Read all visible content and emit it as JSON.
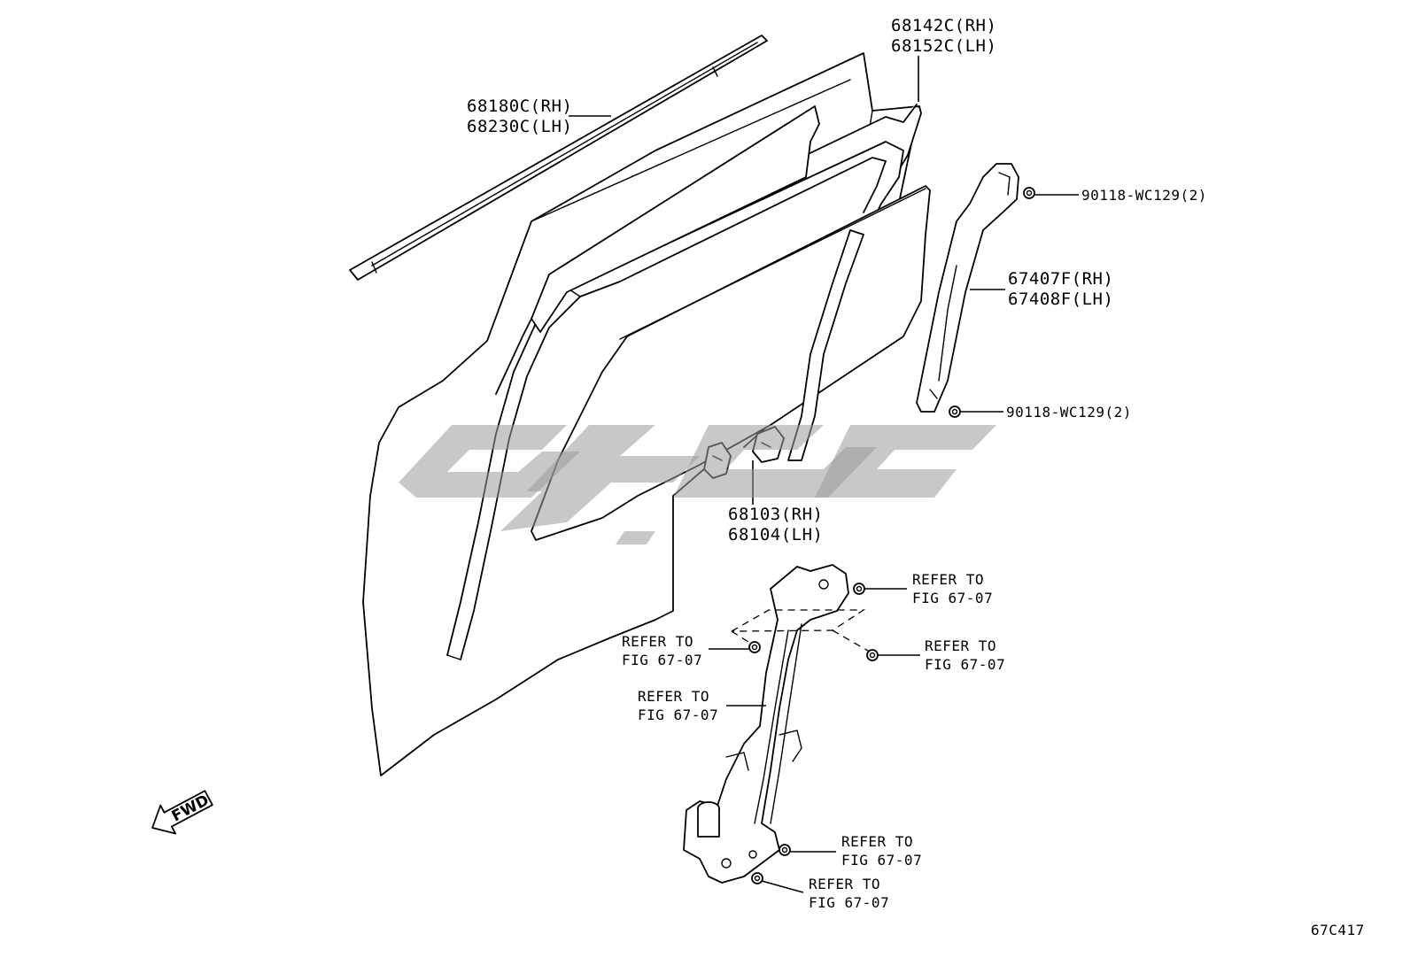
{
  "parts": {
    "moulding": {
      "rh": "68180C(RH)",
      "lh": "68230C(LH)"
    },
    "run_channel": {
      "rh": "68142C(RH)",
      "lh": "68152C(LH)"
    },
    "rear_sash": {
      "rh": "67407F(RH)",
      "lh": "67408F(LH)"
    },
    "bolt_upper": "90118-WC129(2)",
    "bolt_lower": "90118-WC129(2)",
    "glass_channel": {
      "rh": "68103(RH)",
      "lh": "68104(LH)"
    }
  },
  "references": {
    "ref_1": {
      "line1": "REFER TO",
      "line2": "FIG 67-07"
    },
    "ref_2": {
      "line1": "REFER TO",
      "line2": "FIG 67-07"
    },
    "ref_3": {
      "line1": "REFER TO",
      "line2": "FIG 67-07"
    },
    "ref_4": {
      "line1": "REFER TO",
      "line2": "FIG 67-07"
    },
    "ref_5": {
      "line1": "REFER TO",
      "line2": "FIG 67-07"
    },
    "ref_6": {
      "line1": "REFER TO",
      "line2": "FIG 67-07"
    }
  },
  "fwd_label": "FWD",
  "figure_id": "67C417",
  "watermark_color": "#9a9a9a"
}
